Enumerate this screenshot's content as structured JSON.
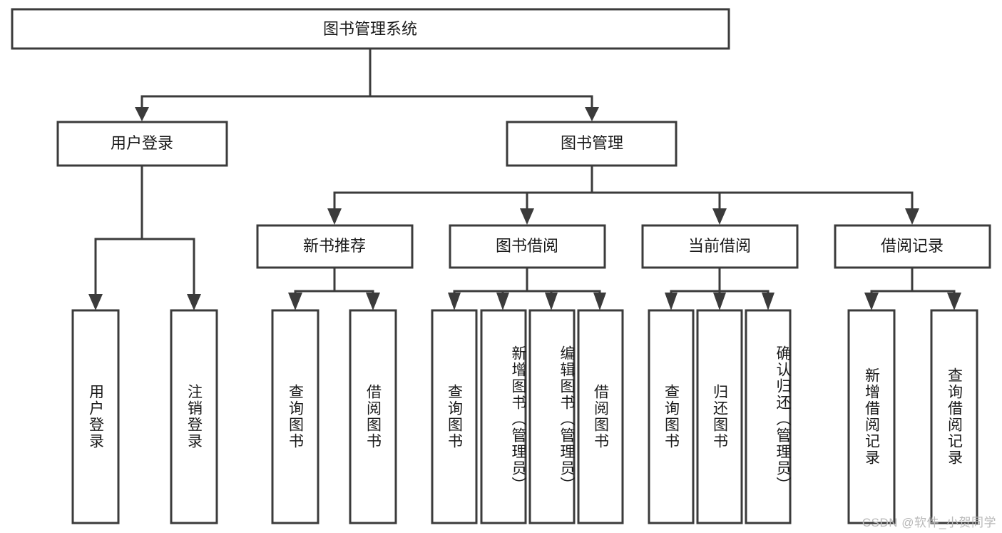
{
  "diagram": {
    "type": "tree-hierarchy",
    "title": "图书管理系统",
    "watermark": "CSDN @软件_小贺同学",
    "colors": {
      "stroke": "#3b3b3b",
      "fill": "#ffffff",
      "text": "#1a1a1a",
      "watermark": "#b9b9b9",
      "background": "#ffffff"
    },
    "root": {
      "label": "图书管理系统"
    },
    "level2": [
      {
        "label": "用户登录"
      },
      {
        "label": "图书管理"
      }
    ],
    "level3": [
      {
        "label": "新书推荐"
      },
      {
        "label": "图书借阅"
      },
      {
        "label": "当前借阅"
      },
      {
        "label": "借阅记录"
      }
    ],
    "leaves": {
      "user_login": [
        {
          "label": "用户登录"
        },
        {
          "label": "注销登录"
        }
      ],
      "new_book": [
        {
          "label": "查询图书"
        },
        {
          "label": "借阅图书"
        }
      ],
      "book_borrow": [
        {
          "label": "查询图书"
        },
        {
          "label": "新增图书（管理员）"
        },
        {
          "label": "编辑图书（管理员）"
        },
        {
          "label": "借阅图书"
        }
      ],
      "current_borrow": [
        {
          "label": "查询图书"
        },
        {
          "label": "归还图书"
        },
        {
          "label": "确认归还（管理员）"
        }
      ],
      "borrow_record": [
        {
          "label": "新增借阅记录"
        },
        {
          "label": "查询借阅记录"
        }
      ]
    }
  }
}
